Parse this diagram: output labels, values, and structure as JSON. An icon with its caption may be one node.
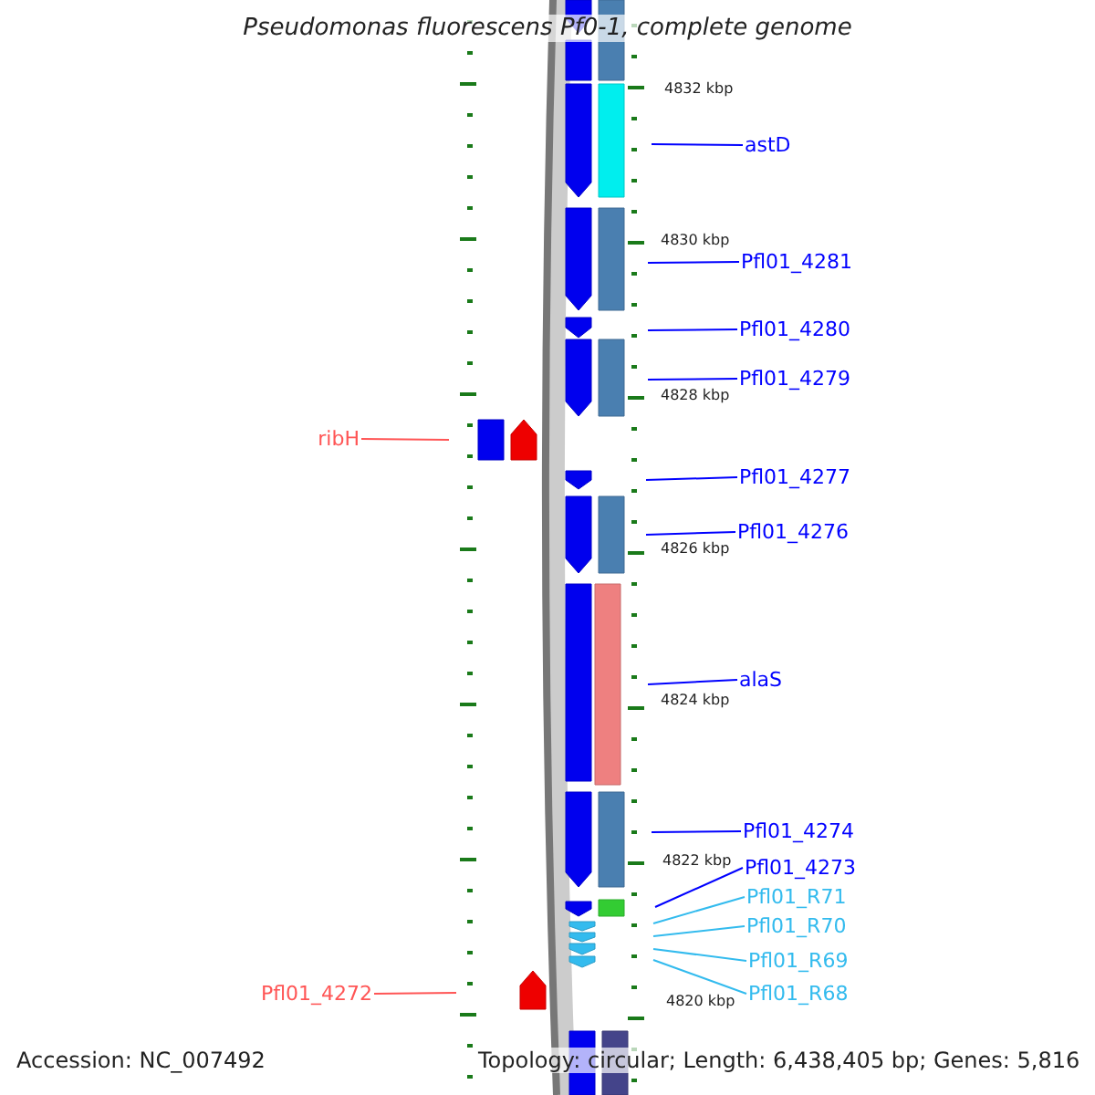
{
  "diagram": {
    "title": "Pseudomonas fluorescens Pf0-1, complete genome",
    "nodes": [
      {
        "text": [
          "astD"
        ]
      },
      {
        "text": [
          "Pfl01_4281"
        ]
      },
      {
        "text": [
          "Pfl01_4280"
        ]
      },
      {
        "text": [
          "Pfl01_4279"
        ]
      },
      {
        "text": [
          "ribH"
        ]
      },
      {
        "text": [
          "Pfl01_4277"
        ]
      },
      {
        "text": [
          "Pfl01_4276"
        ]
      },
      {
        "text": [
          "alaS"
        ]
      },
      {
        "text": [
          "Pfl01_4274"
        ]
      },
      {
        "text": [
          "Pfl01_4273"
        ]
      },
      {
        "text": [
          "Pfl01_R71"
        ]
      },
      {
        "text": [
          "Pfl01_R70"
        ]
      },
      {
        "text": [
          "Pfl01_R69"
        ]
      },
      {
        "text": [
          "Pfl01_R68"
        ]
      },
      {
        "text": [
          "Pfl01_4272"
        ]
      }
    ],
    "edges": [
      {
        "from": 0,
        "to": null,
        "arrow": "none"
      },
      {
        "from": 1,
        "to": null,
        "arrow": "none"
      },
      {
        "from": 2,
        "to": null,
        "arrow": "none"
      },
      {
        "from": 3,
        "to": null,
        "arrow": "none"
      },
      {
        "from": 4,
        "to": null,
        "arrow": "none",
        "color": "#ff5555"
      },
      {
        "from": 5,
        "to": null,
        "arrow": "none"
      },
      {
        "from": 6,
        "to": null,
        "arrow": "none"
      },
      {
        "from": 7,
        "to": null,
        "arrow": "none"
      },
      {
        "from": 8,
        "to": null,
        "arrow": "none"
      },
      {
        "from": 9,
        "to": null,
        "arrow": "none"
      },
      {
        "from": 10,
        "to": null,
        "arrow": "none",
        "color": "#33bbee"
      },
      {
        "from": 11,
        "to": null,
        "arrow": "none",
        "color": "#33bbee"
      },
      {
        "from": 12,
        "to": null,
        "arrow": "none",
        "color": "#33bbee"
      },
      {
        "from": 13,
        "to": null,
        "arrow": "none",
        "color": "#33bbee"
      },
      {
        "from": 14,
        "to": null,
        "arrow": "none",
        "color": "#ff5555"
      }
    ],
    "labels": [
      "4832 kbp",
      "4830 kbp",
      "4828 kbp",
      "4826 kbp",
      "4824 kbp",
      "4822 kbp",
      "4820 kbp",
      "Accession: NC_007492",
      "Topology: circular; Length: 6,438,405 bp; Genes: 5,816"
    ]
  }
}
